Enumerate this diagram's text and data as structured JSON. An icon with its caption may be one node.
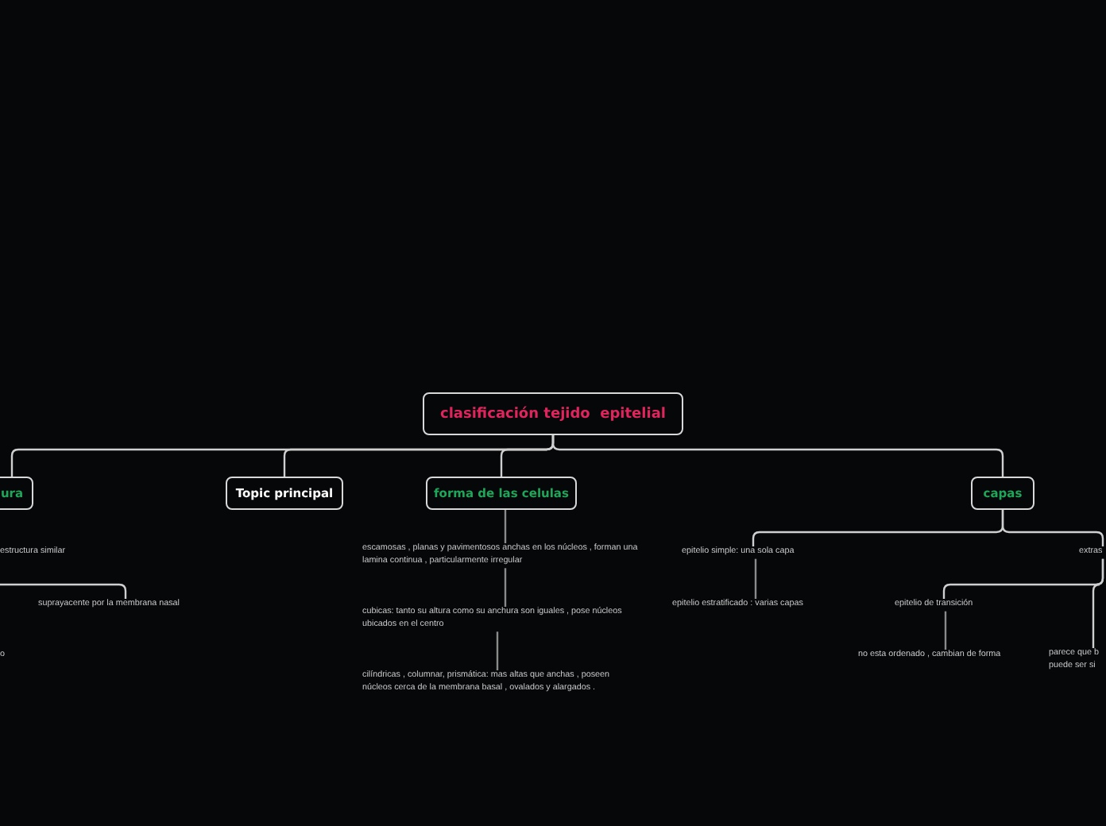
{
  "diagram": {
    "nodes": [
      {
        "text": [
          "clasificación tejido  epitelial"
        ]
      },
      {
        "text": [
          "ura"
        ]
      },
      {
        "text": [
          "Topic principal"
        ]
      },
      {
        "text": [
          "forma de las celulas"
        ]
      },
      {
        "text": [
          "capas"
        ]
      },
      {
        "text": [
          "estructura similar"
        ]
      },
      {
        "text": [
          "suprayacente por la membrana nasal"
        ]
      },
      {
        "text": [
          "o"
        ]
      },
      {
        "text": [
          "escamosas , planas y pavimentosos  anchas en los núcleos , forman una lamina continua , particularmente irregular"
        ]
      },
      {
        "text": [
          "cubicas: tanto su altura como su anchura son iguales , pose núcleos ubicados en el centro"
        ]
      },
      {
        "text": [
          "cilíndricas , columnar, prismática: mas  altas que anchas , poseen núcleos cerca de la membrana basal , ovalados y alargados ."
        ]
      },
      {
        "text": [
          "epitelio simple:  una sola capa"
        ]
      },
      {
        "text": [
          "extras"
        ]
      },
      {
        "text": [
          "epitelio estratificado : varias capas"
        ]
      },
      {
        "text": [
          "epitelio de transición"
        ]
      },
      {
        "text": [
          "no esta ordenado , cambian de forma"
        ]
      },
      {
        "text": [
          "parece que b puede ser si"
        ]
      }
    ],
    "edges": [
      {
        "from": 0,
        "to": 1,
        "arrow": "none"
      },
      {
        "from": 0,
        "to": 2,
        "arrow": "none"
      },
      {
        "from": 0,
        "to": 3,
        "arrow": "none"
      },
      {
        "from": 0,
        "to": 4,
        "arrow": "none"
      },
      {
        "from": null,
        "to": 6,
        "arrow": "none"
      },
      {
        "from": 3,
        "to": 8,
        "arrow": "none"
      },
      {
        "from": 8,
        "to": 9,
        "arrow": "none"
      },
      {
        "from": 9,
        "to": 10,
        "arrow": "none"
      },
      {
        "from": 4,
        "to": 11,
        "arrow": "none"
      },
      {
        "from": 4,
        "to": 12,
        "arrow": "none"
      },
      {
        "from": 11,
        "to": 13,
        "arrow": "none"
      },
      {
        "from": 12,
        "to": 14,
        "arrow": "none"
      },
      {
        "from": 12,
        "to": 16,
        "arrow": "none"
      },
      {
        "from": 14,
        "to": 15,
        "arrow": "none"
      }
    ]
  }
}
